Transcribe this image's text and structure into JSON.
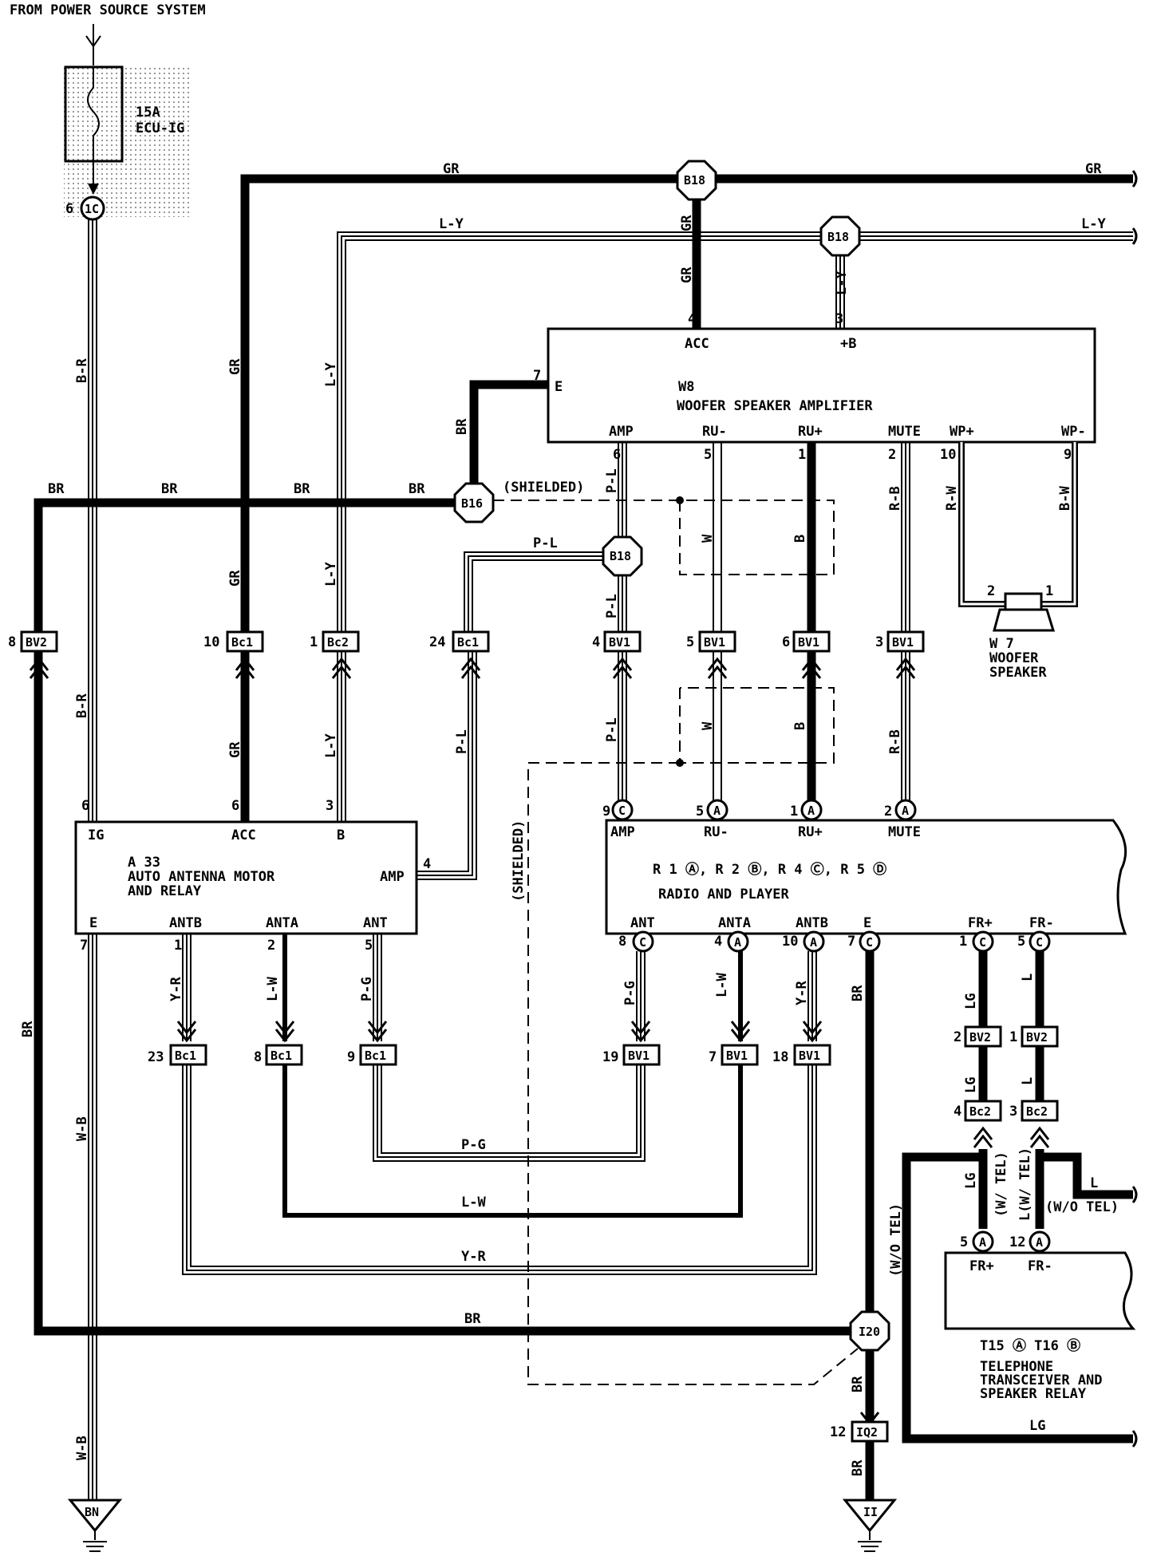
{
  "header": {
    "source": "FROM POWER SOURCE SYSTEM"
  },
  "fuse": {
    "rating": "15A",
    "name": "ECU-IG"
  },
  "components": {
    "amp": {
      "id": "W8",
      "name": "WOOFER SPEAKER AMPLIFIER",
      "pins_top": [
        "ACC",
        "+B"
      ],
      "pin_e": "E",
      "pins_bottom": [
        "AMP",
        "RU-",
        "RU+",
        "MUTE",
        "WP+",
        "WP-"
      ]
    },
    "antenna": {
      "id": "A 33",
      "name1": "AUTO ANTENNA MOTOR",
      "name2": "AND RELAY",
      "pins": [
        "IG",
        "ACC",
        "B",
        "AMP",
        "E",
        "ANTB",
        "ANTA",
        "ANT"
      ]
    },
    "radio": {
      "refs": "R 1 Ⓐ, R 2 Ⓑ, R 4 Ⓒ, R 5 Ⓓ",
      "name": "RADIO AND PLAYER",
      "pins_top": [
        "AMP",
        "RU-",
        "RU+",
        "MUTE"
      ],
      "pins_bottom": [
        "ANT",
        "ANTA",
        "ANTB",
        "E",
        "FR+",
        "FR-"
      ]
    },
    "woofer": {
      "id": "W 7",
      "name1": "WOOFER",
      "name2": "SPEAKER"
    },
    "telephone": {
      "refs": "T15 Ⓐ T16 Ⓑ",
      "name1": "TELEPHONE",
      "name2": "TRANSCEIVER AND",
      "name3": "SPEAKER RELAY",
      "pins": [
        "FR+",
        "FR-"
      ]
    }
  },
  "splices": {
    "b18": "B18",
    "b16": "B16",
    "i20": "I20"
  },
  "grounds": {
    "bn": "BN",
    "ii": "II"
  },
  "connectors": {
    "bv2": "BV2",
    "bc1": "Bc1",
    "bc2": "Bc2",
    "bv1": "BV1",
    "iq2": "IQ2"
  },
  "connector_pins": {
    "fuse_out": "1C",
    "c": "C",
    "a": "A"
  },
  "wire_colors": {
    "gr": "GR",
    "ly": "L-Y",
    "br": "BR",
    "bb": "B-R",
    "wb": "W-B",
    "pl": "P-L",
    "w": "W",
    "b": "B",
    "rb": "R-B",
    "rw": "R-W",
    "bw": "B-W",
    "yr": "Y-R",
    "lw": "L-W",
    "pg": "P-G",
    "lg": "LG",
    "l": "L"
  },
  "notes": {
    "shielded": "(SHIELDED)",
    "wtel": "(W/ TEL)",
    "wotel": "(W/O TEL)",
    "lwtel": "L(W/ TEL)"
  },
  "pin_numbers": [
    "1",
    "2",
    "3",
    "4",
    "5",
    "6",
    "7",
    "8",
    "9",
    "10",
    "12",
    "18",
    "19",
    "23",
    "24"
  ]
}
